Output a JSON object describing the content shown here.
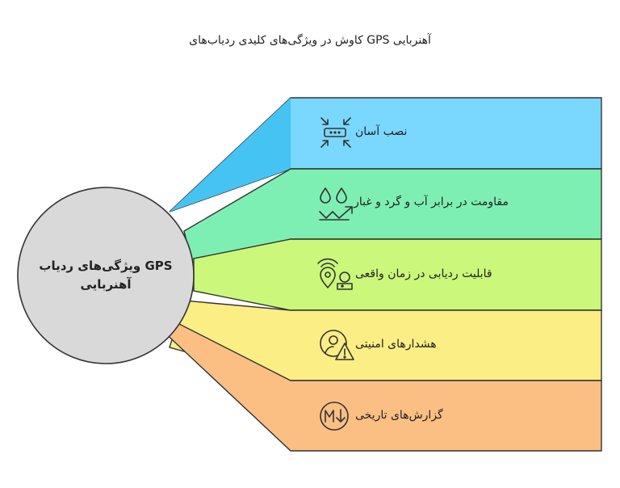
{
  "title": "آهنربایی GPS کاوش در ویژگی‌های کلیدی ردیاب‌های",
  "center": {
    "label_line1": "GPS ویژگی‌های ردیاب",
    "label_line2": "آهنربایی"
  },
  "bands": [
    {
      "label": "نصب آسان",
      "color": "#7ad8ff",
      "icon": "compress-arrows-icon"
    },
    {
      "label": "مقاومت در برابر آب و گرد و غبار",
      "color": "#7eefb2",
      "icon": "water-dust-icon"
    },
    {
      "label": "قابلیت ردیابی در زمان واقعی",
      "color": "#cbf77a",
      "icon": "location-tracking-icon"
    },
    {
      "label": "هشدارهای امنیتی",
      "color": "#fbee85",
      "icon": "security-alert-icon"
    },
    {
      "label": "گزارش‌های تاریخی",
      "color": "#fbbf84",
      "icon": "history-report-icon"
    }
  ],
  "colors": {
    "circle_fill": "#d9d9d9",
    "stroke": "#333333",
    "band1_shadow": "#45c4f3"
  }
}
